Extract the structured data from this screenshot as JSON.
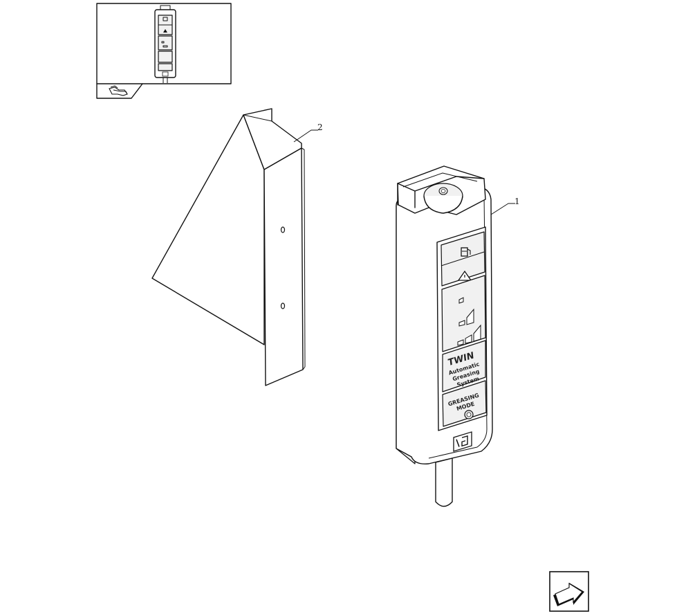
{
  "callouts": {
    "controller_ref": "1",
    "bracket_ref": "2"
  },
  "control_unit": {
    "panel_title": "TWIN",
    "panel_line_1": "Automatic",
    "panel_line_2": "Greasing",
    "panel_line_3": "System",
    "mode_line_1": "GREASING",
    "mode_line_2": "MODE"
  },
  "icons": {
    "locator": "tractor-locator-icon",
    "navigation": "next-page-arrow-icon",
    "fuel": "fuel-pump-icon",
    "warning": "warning-triangle-icon",
    "level": "level-bars-icon",
    "mode_button": "mode-button-icon",
    "logo": "brand-logo-icon"
  }
}
